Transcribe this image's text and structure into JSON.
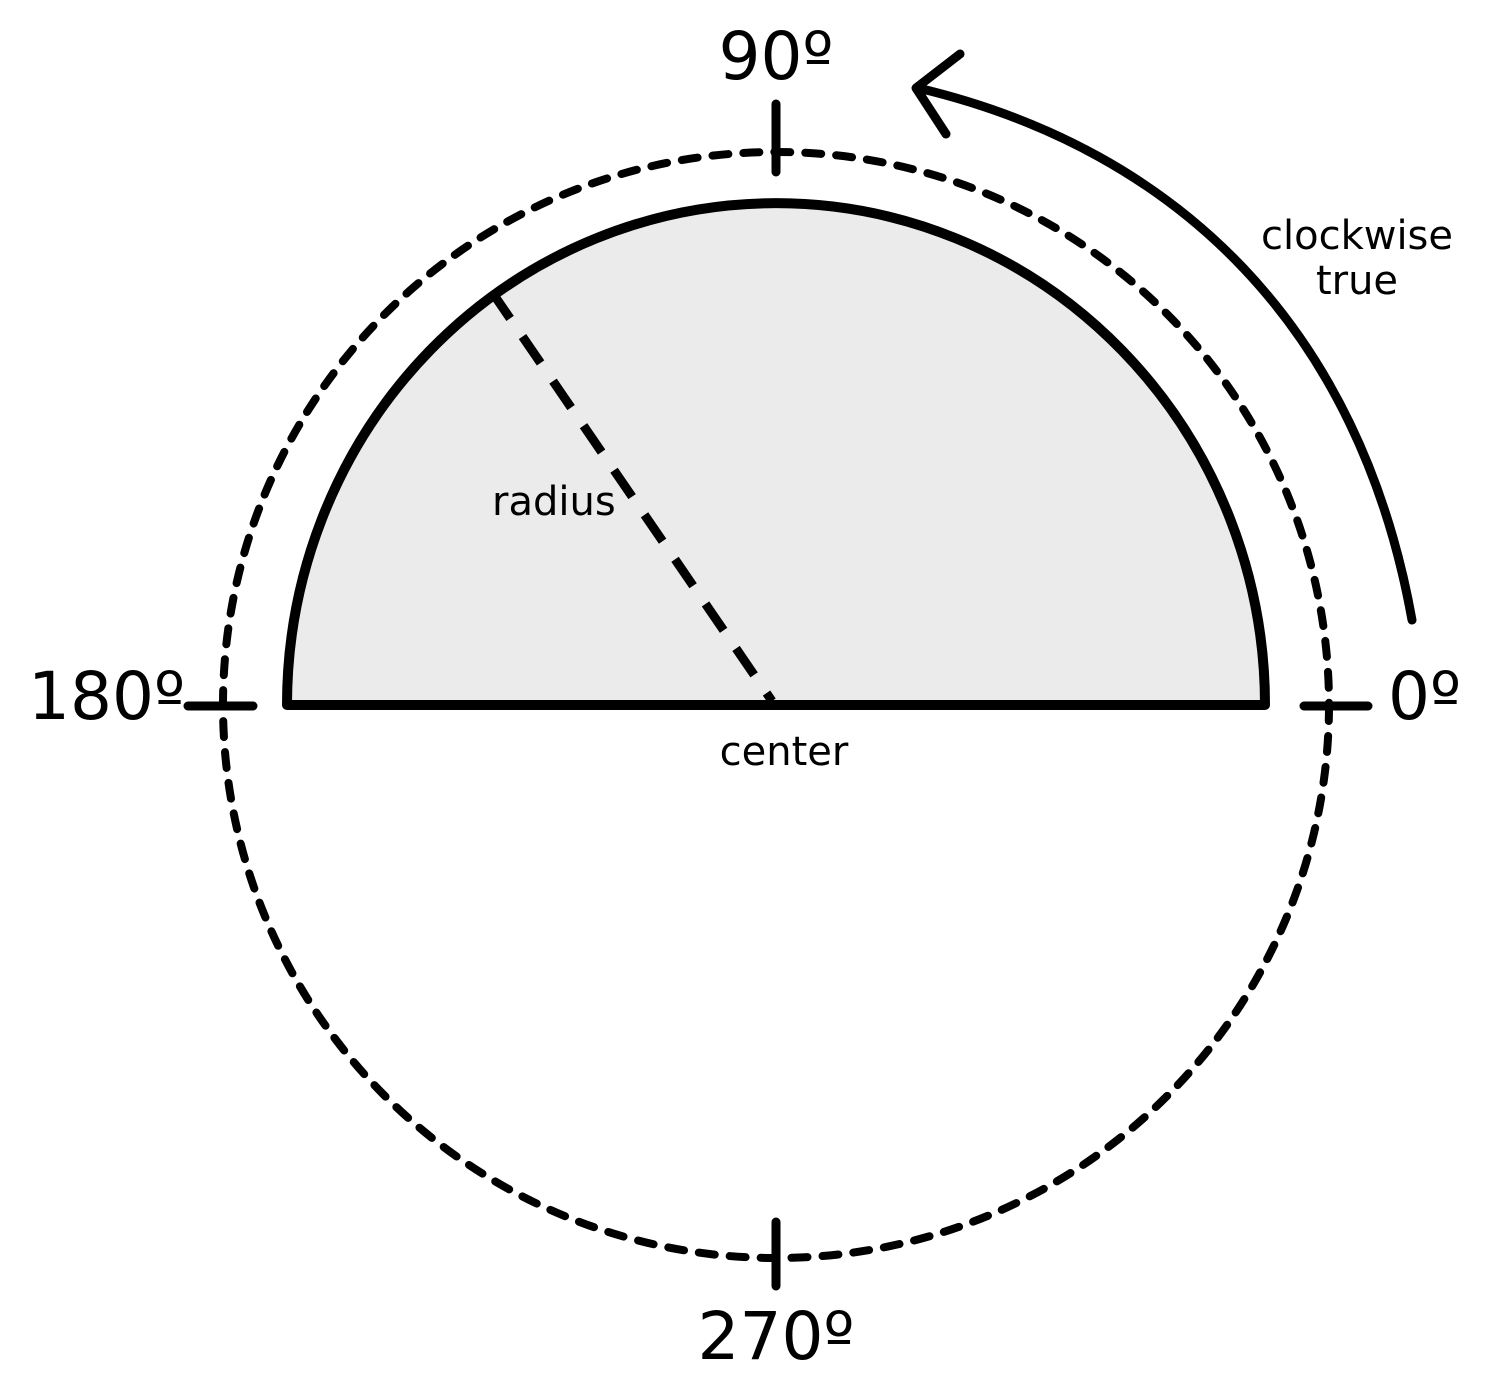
{
  "labels": {
    "angle_90": "90º",
    "angle_0": "0º",
    "angle_180": "180º",
    "angle_270": "270º",
    "radius": "radius",
    "center": "center",
    "clockwise_line1": "clockwise",
    "clockwise_line2": "true"
  },
  "colors": {
    "stroke": "#000000",
    "semicircle_fill": "#ebebeb",
    "background": "#ffffff"
  }
}
